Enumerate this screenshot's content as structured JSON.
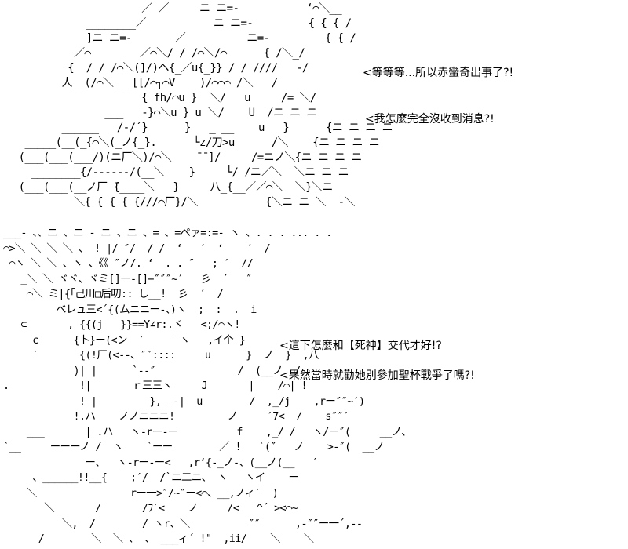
{
  "art": {
    "top": "                      ／ ／     ニ ニ=-           ‘⌒＼__\n             ________／           ニ ニ=-         { { { /\n             ]ニ ニ=-       ／          ニ=-         { { /\n           ／⌒        ／⌒＼/ / /⌒＼/⌒      { /＼_/\n          {  / / /⌒＼(]/)ヘ{_／u{_}} / / ////   -/\n         人__(/⌒＼___[[/⌒┐⌒V   _)/⌒⌒⌒ /＼   /\n                      {_fh/⌒u }  ＼/   u     /= ＼/\n                ___   -}⌒＼u } u ＼/    U  /ニ ニ ニ\n         ______   /-/´}      }   _ __    u   }      {ニ ニ ニ ニ\n   _____(__(_{⌒＼(_ノ{_}.      └z/刀>u      /＼    {ニ ニ ニ ニ\n  (___(___(___/)(ニ厂＼)/⌒＼    ̄ ̄ ]/     /=ニノ＼{ニ ニ ニ ニ\n    ________{/------/(__＼    }     └/ /ニ／＼  ＼ニ ニ ニ\n  (___(___(__ノ厂 ̄{____＼   }     八_{__／／⌒＼  ＼}＼ニ\n           ＼{ { { { {///⌒厂}/＼           {＼ニ ニ ＼  -＼",
    "bottom": "___- 、、ニ 、ニ ‐ ニ 、ニ 、= 、=ぺァ=:=- ヽ 、. . . ... . .\n⌒>＼ ＼ ＼ ＼ 、 ! |/ ″/  / /  ‘   ′  ‘    ′  /\n ⌒ヽ ＼ ＼ 、ヽ 、《《 ″ノ/. ‘  . . ″   ; ′  //\n   _＼ ＼ ヾヾ、ヾミ[]ー-[]−″″″~′   彡  ′   ″\n    ⌒＼ ミ|{「己川□后叨:: し__!  彡  ′  /\n         ベレュ三<´{(ムニニー-、)ヽ  ;  :  .  i\n   ⊂       , {{(j   }}==Y∠r:.ヾ   <;/⌒ヽ!\n     c      {卜}ー(<ン  ′    ̄ ̄ ̄ヽ   ,イ个 }\n     ′       {(!厂(<--、″″::::     u      }  ノ  }  ,八\n            )| |      `--″              /  (__ノ  /\n.            !|       ｒ三三ヽ     J       |    /⌒| !\n             ! |         }, ―-|  u        /  ‚_/j    ,rー″″~′)\n            !.ハ    ノノニニニ!         ノ     ′7<  /    s″″′\n    ___       | .ハ   ヽ-rー-ー          f    ,_/ /   ヽ/ー″(     __ノ、\n`__     ーーーノ /  ヽ    `ーー        ／ !   `(″   ノ    >-″(  __ノ\n              ー、  ヽ-rー-ー<   ,r‘{-_ノ-、(__ノ(__   ′\n     、______!!__{    ;′/  /`ニ二ニ、 ヽ   ヽイ    ー\n    ＼                rー一>″/~″ー<⌒、__,ノィ′  )\n       ＼       /       /ﾌ′<    ノ     /<   ^´ ><⌒~\n          ＼,  /        / ヽr、＼          ″″      ‚-″″ー一´‚-‐\n      /        ＼  ＼ 、 、 ___ィ´ !\"  ,ii/    ＼    ＼"
  },
  "dialogue": {
    "line1": "<等等等...所以赤蠻奇出事了?!",
    "line2": "<我怎麼完全沒收到消息?!",
    "line3": "<這下怎麼和【死神】交代才好!?",
    "line4": "<果然當時就勸她別參加聖杯戰爭了嗎?!"
  }
}
